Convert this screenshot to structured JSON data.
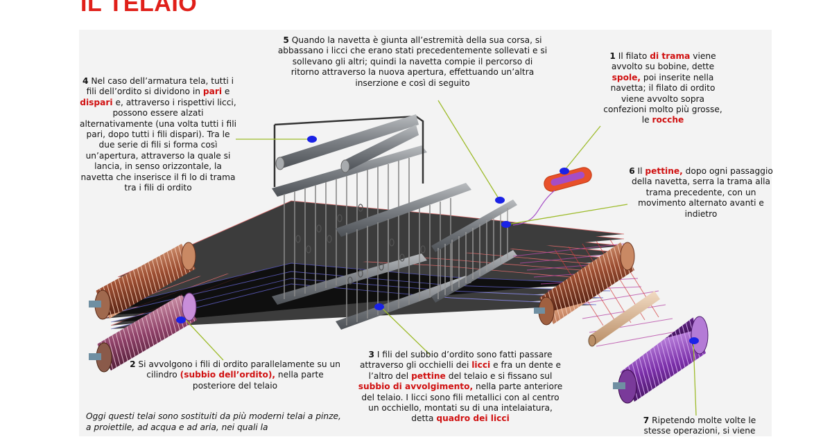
{
  "title": "IL TELAIO",
  "notes": {
    "n1": {
      "num": "1",
      "t1": "Il filato ",
      "k1": "di trama",
      "t2": " viene avvolto su bobine, dette ",
      "k2": "spole,",
      "t3": " poi inserite nella navetta; il filato di ordito viene avvolto sopra confezioni molto più grosse, le ",
      "k3": "rocche"
    },
    "n2": {
      "num": "2",
      "t1": "Si avvolgono i fili di ordito parallelamente su un cilindro ",
      "k1": "(subbio dell’ordito),",
      "t2": " nella parte posteriore del telaio"
    },
    "n3": {
      "num": "3",
      "t1": "I fili del subbio d’ordito sono fatti passare attraverso gli occhielli dei ",
      "k1": "licci",
      "t2": " e fra un dente e l’altro del ",
      "k2": "pettine",
      "t3": " del telaio e si fissano sul ",
      "k3": "subbio di avvolgimento,",
      "t4": " nella parte anteriore del telaio. I licci sono fili metallici con al centro un occhiello, montati su di una intelaiatura, detta ",
      "k4": "quadro dei licci"
    },
    "n4": {
      "num": "4",
      "t1": "Nel caso dell’armatura tela, tutti i fili dell’ordito si dividono in ",
      "k1": "pari",
      "t2": " e ",
      "k2": "dispari",
      "t3": " e, attraverso i rispettivi licci, possono essere alzati alternativamente (una volta tutti i fili pari, dopo tutti i fili dispari). Tra le due serie di fili si forma così un’apertura, attraverso la quale si lancia, in senso orizzontale, la navetta che inserisce il fi lo di trama tra i fili di ordito"
    },
    "n5": {
      "num": "5",
      "t1": "Quando la navetta è giunta all’estremità della sua corsa, si abbassano i licci che erano stati precedentemente sollevati e si sollevano gli altri; quindi la navetta compie il percorso di ritorno attraverso la nuova apertura, effettuando un’altra inserzione e così di seguito"
    },
    "n6": {
      "num": "6",
      "t1": "Il ",
      "k1": "pettine,",
      "t2": " dopo ogni passaggio della navetta, serra la trama alla trama precedente, con un movimento alternato avanti e indietro"
    },
    "n7": {
      "num": "7",
      "t1": "Ripetendo molte volte le stesse operazioni, si viene"
    }
  },
  "footer": "Oggi questi telai sono sostituiti da più moderni telai a pinze, a proiettile, ad acqua e ad aria, nei quali la"
}
